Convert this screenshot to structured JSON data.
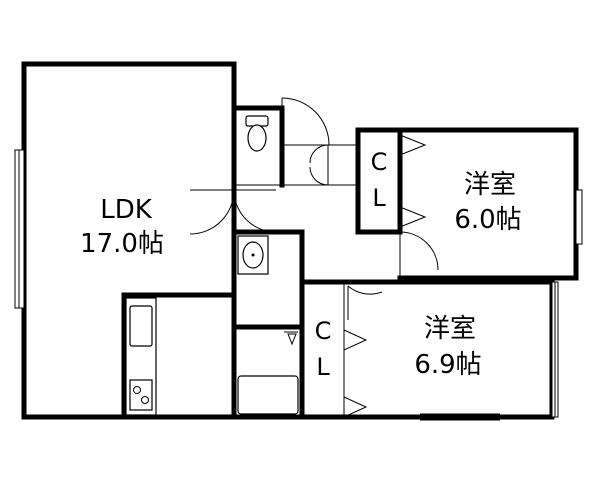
{
  "rooms": {
    "ldk": {
      "name": "LDK",
      "size": "17.0帖"
    },
    "bedroom1": {
      "name": "洋室",
      "size": "6.0帖"
    },
    "bedroom2": {
      "name": "洋室",
      "size": "6.9帖"
    }
  },
  "closets": [
    {
      "line1": "C",
      "line2": "L"
    },
    {
      "line1": "C",
      "line2": "L"
    }
  ]
}
